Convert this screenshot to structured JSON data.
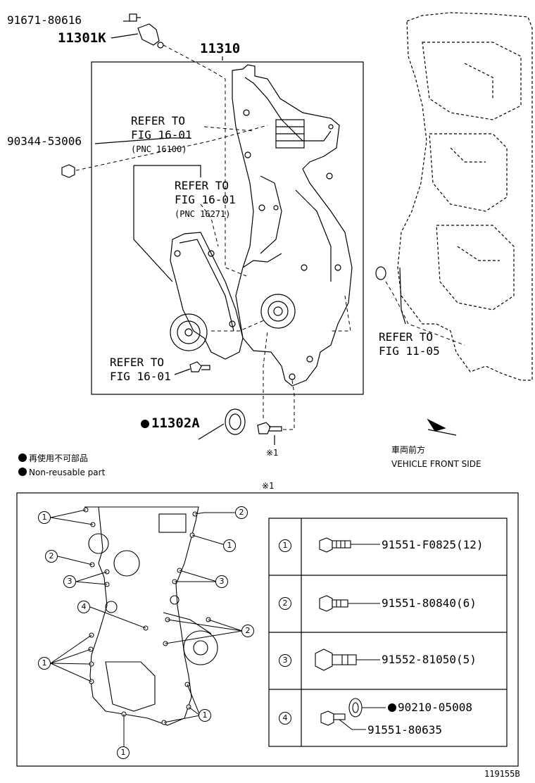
{
  "upper": {
    "part_91671": "91671-80616",
    "part_11301k": "11301K",
    "part_11310": "11310",
    "part_90344": "90344-53006",
    "part_11302a": "11302A",
    "ref_a": {
      "line1": "REFER TO",
      "line2": "FIG 16-01",
      "line3": "(PNC 16100)"
    },
    "ref_b": {
      "line1": "REFER TO",
      "line2": "FIG 16-01",
      "line3": "(PNC 16271)"
    },
    "ref_c": {
      "line1": "REFER TO",
      "line2": "FIG 16-01"
    },
    "ref_d": {
      "line1": "REFER TO",
      "line2": "FIG 11-05"
    },
    "note_mark": "※1",
    "vehicle_front_jp": "車両前方",
    "vehicle_front_en": "VEHICLE FRONT SIDE"
  },
  "legend": {
    "jp": "再使用不可部品",
    "en": "Non-reusable part"
  },
  "detail": {
    "mark": "※1",
    "callouts": [
      "1",
      "2",
      "3",
      "4"
    ],
    "table": [
      {
        "key": "1",
        "part": "91551-F0825(12)"
      },
      {
        "key": "2",
        "part": "91551-80840(6)"
      },
      {
        "key": "3",
        "part": "91552-81050(5)"
      },
      {
        "key": "4",
        "part": "91551-80635",
        "extra": "90210-05008"
      }
    ]
  },
  "figure_id": "119155B"
}
